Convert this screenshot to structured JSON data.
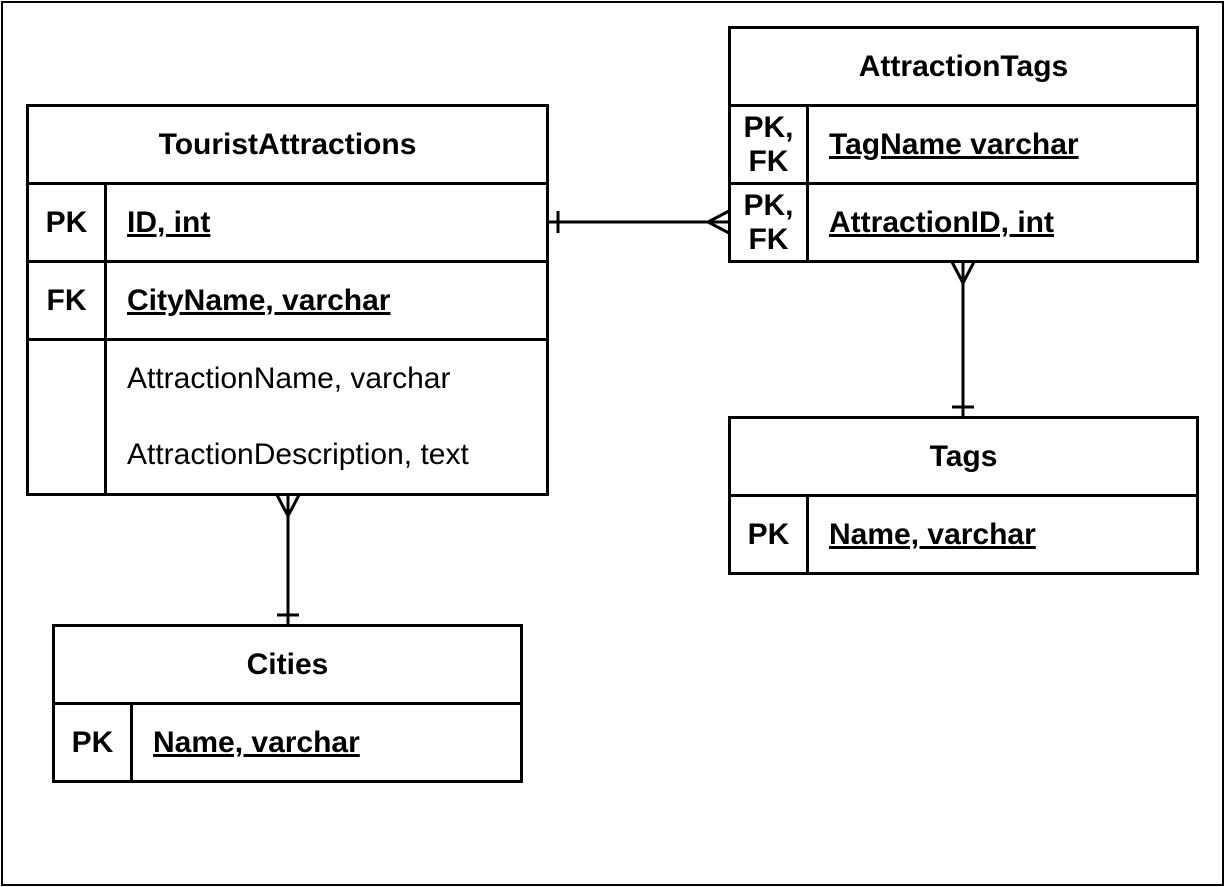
{
  "entities": {
    "tourist_attractions": {
      "title": "TouristAttractions",
      "rows": [
        {
          "key": "PK",
          "fields": [
            "ID, int"
          ]
        },
        {
          "key": "FK",
          "fields": [
            "CityName, varchar"
          ]
        },
        {
          "key": "",
          "fields": [
            "AttractionName, varchar",
            "AttractionDescription, text"
          ]
        }
      ]
    },
    "attraction_tags": {
      "title": "AttractionTags",
      "rows": [
        {
          "key": "PK,\nFK",
          "fields": [
            "TagName varchar"
          ]
        },
        {
          "key": "PK,\nFK",
          "fields": [
            "AttractionID, int"
          ]
        }
      ]
    },
    "tags": {
      "title": "Tags",
      "rows": [
        {
          "key": "PK",
          "fields": [
            "Name, varchar"
          ]
        }
      ]
    },
    "cities": {
      "title": "Cities",
      "rows": [
        {
          "key": "PK",
          "fields": [
            "Name, varchar"
          ]
        }
      ]
    }
  },
  "relationships": [
    {
      "from": "TouristAttractions",
      "to": "AttractionTags",
      "from_end": "one",
      "to_end": "many"
    },
    {
      "from": "AttractionTags",
      "to": "Tags",
      "from_end": "many",
      "to_end": "one"
    },
    {
      "from": "TouristAttractions",
      "to": "Cities",
      "from_end": "many",
      "to_end": "one"
    }
  ]
}
